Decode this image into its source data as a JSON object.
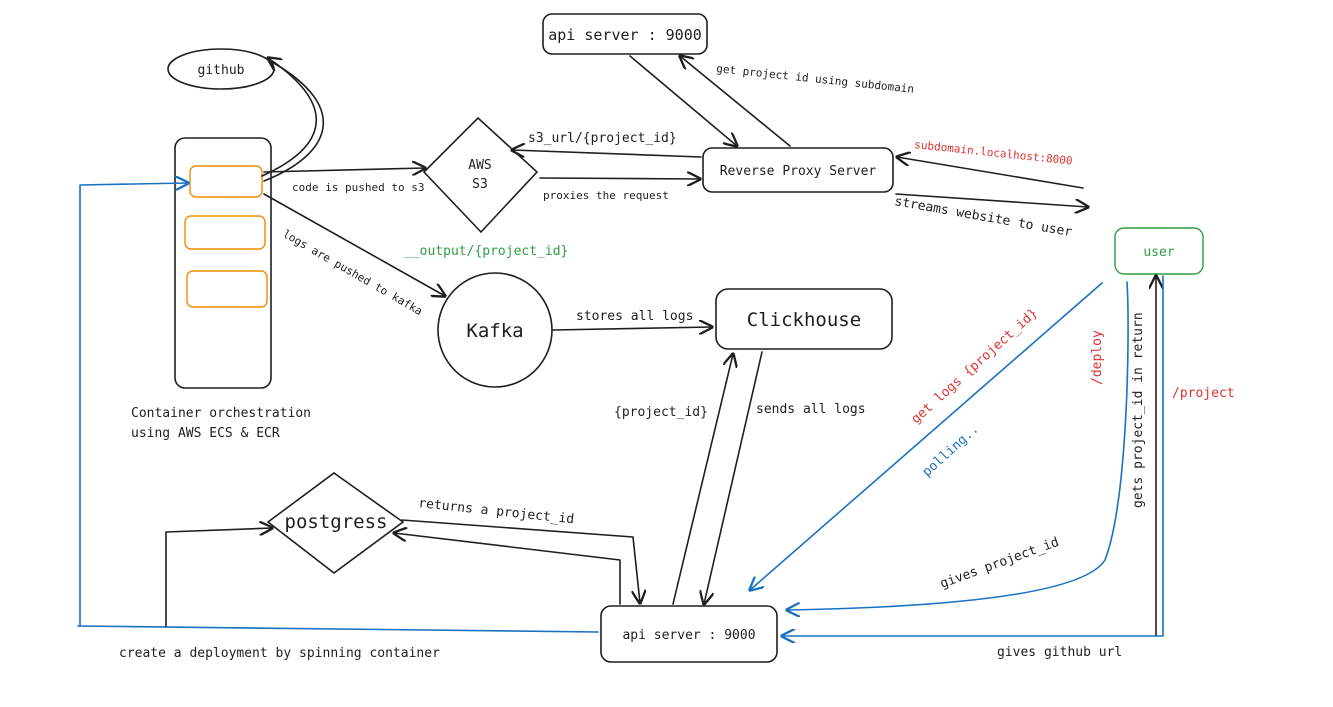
{
  "nodes": {
    "api_server_top": "api server : 9000",
    "github": "github",
    "aws_s3_line1": "AWS",
    "aws_s3_line2": "S3",
    "reverse_proxy": "Reverse Proxy Server",
    "kafka": "Kafka",
    "clickhouse": "Clickhouse",
    "user": "user",
    "postgress": "postgress",
    "api_server_bottom": "api server : 9000",
    "container_caption_line1": "Container orchestration",
    "container_caption_line2": "using AWS ECS & ECR"
  },
  "edges": {
    "get_project_id": "get project id using subdomain",
    "s3_url": "s3_url/{project_id}",
    "proxies_request": "proxies the request",
    "subdomain": "subdomain.localhost:8000",
    "streams_website": "streams website to user",
    "code_pushed": "code is pushed to s3",
    "output_path": "__output/{project_id}",
    "logs_pushed": "logs are pushed to kafka",
    "stores_logs": "stores all logs",
    "project_id_up": "{project_id}",
    "sends_logs": "sends all logs",
    "get_logs": "get logs {project_id}",
    "polling": "polling..",
    "deploy": "/deploy",
    "gets_project_id": "gets project_id in return",
    "project": "/project",
    "gives_project_id": "gives project_id",
    "gives_github_url": "gives github url",
    "returns_project_id": "returns a project_id",
    "create_deployment": "create a deployment by spinning container"
  },
  "colors": {
    "ink": "#1e1e1e",
    "blue": "#1971c2",
    "red": "#e03131",
    "green": "#2f9e44",
    "orange": "#f08c00"
  }
}
